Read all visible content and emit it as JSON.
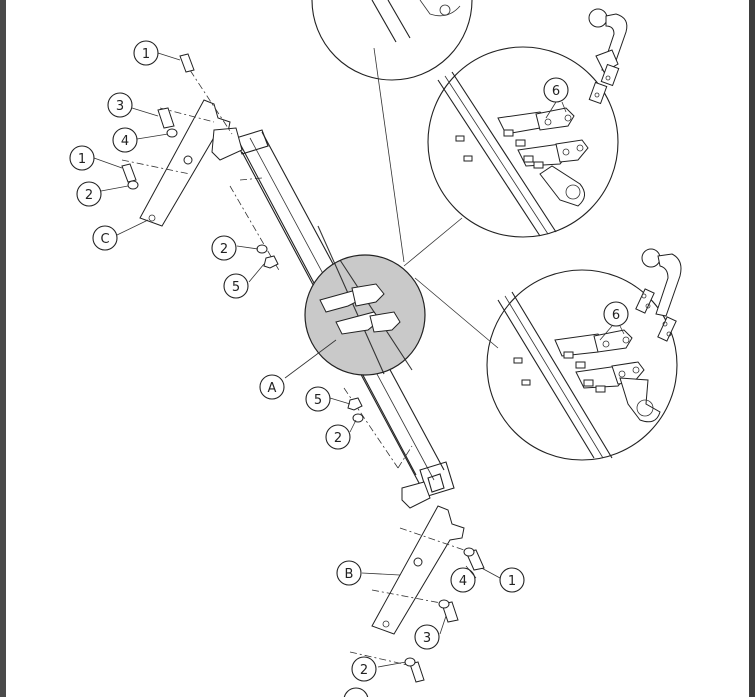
{
  "diagram": {
    "colors": {
      "ink": "#222222",
      "highlight": "#c9c9c9",
      "page": "#ffffff",
      "frame": "#4a4a4a"
    },
    "callouts": {
      "c1_top": "1",
      "c3_top": "3",
      "c4_top": "4",
      "c1_mid": "1",
      "c2_top": "2",
      "cC": "C",
      "c2_center": "2",
      "c5_center": "5",
      "cA": "A",
      "c5_low": "5",
      "c2_low": "2",
      "cB": "B",
      "c4_bottom": "4",
      "c1_bottom": "1",
      "c3_bottom": "3",
      "c2_bottom": "2",
      "c6_upper": "6",
      "c6_lower": "6"
    }
  }
}
